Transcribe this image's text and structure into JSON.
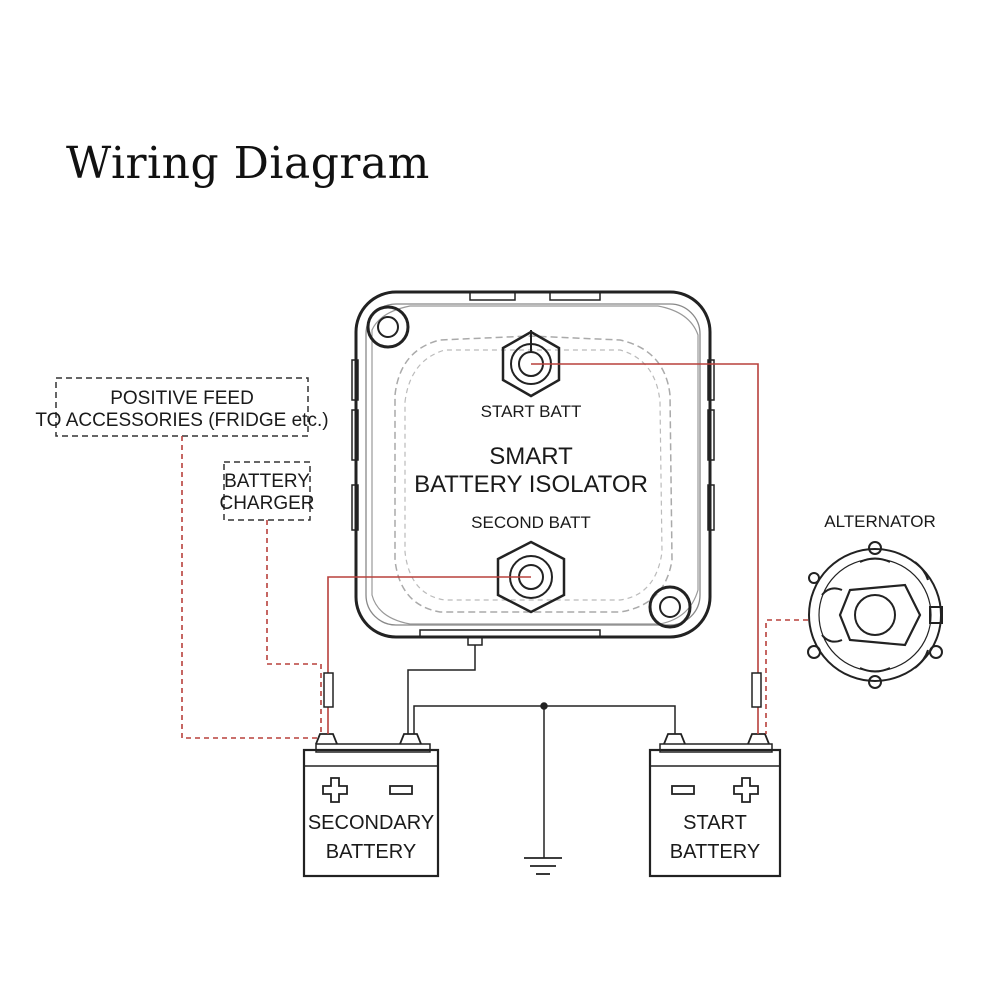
{
  "title": "Wiring Diagram",
  "isolator": {
    "line1": "SMART",
    "line2": "BATTERY ISOLATOR",
    "start_terminal": "START BATT",
    "second_terminal": "SECOND BATT"
  },
  "positive_feed": {
    "line1": "POSITIVE FEED",
    "line2": "TO ACCESSORIES (FRIDGE etc.)"
  },
  "battery_charger": {
    "line1": "BATTERY",
    "line2": "CHARGER"
  },
  "alternator": {
    "label": "ALTERNATOR"
  },
  "secondary_battery": {
    "line1": "SECONDARY",
    "line2": "BATTERY"
  },
  "start_battery": {
    "line1": "START",
    "line2": "BATTERY"
  },
  "colors": {
    "positive_wire": "#b8403c",
    "negative_wire": "#222222",
    "outline": "#222222"
  }
}
